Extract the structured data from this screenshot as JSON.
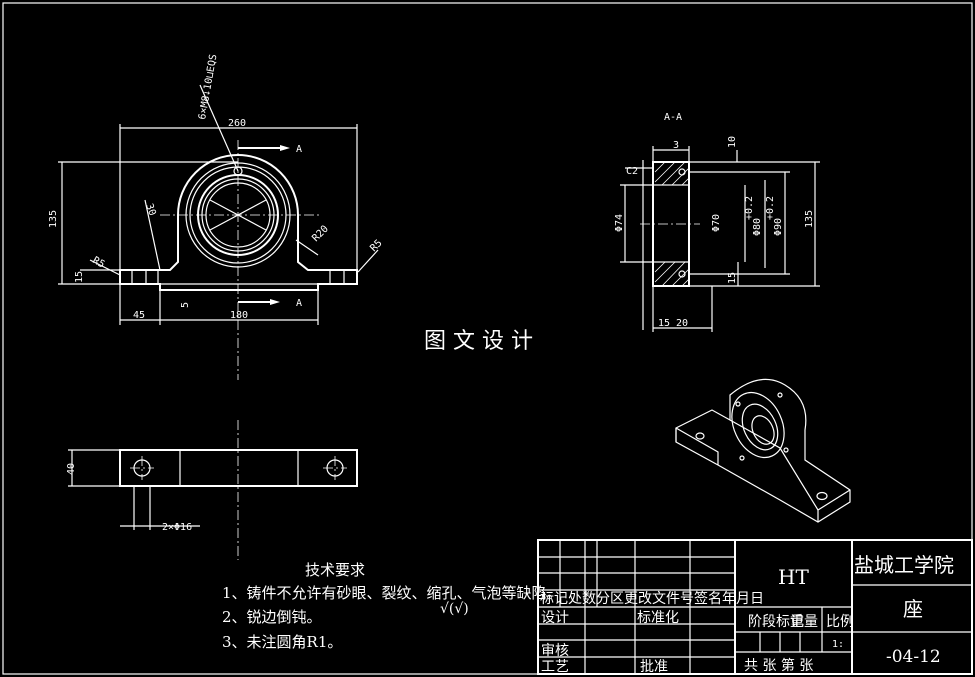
{
  "drawing": {
    "section_label": "A-A",
    "cut_label_top": "A",
    "cut_label_bottom": "A",
    "watermark": "图 文 设 计",
    "dims": {
      "width_260": "260",
      "height_135": "135",
      "hole_note": "6×M8↓10⊔EQS",
      "len_45": "45",
      "len_180": "180",
      "d5": "5",
      "d15": "15",
      "r20": "R20",
      "r5_left": "R5",
      "r5_right": "R5",
      "small_30": "30",
      "side_3": "3",
      "side_10": "10",
      "c2": "C2",
      "phi74": "Φ74",
      "phi70": "Φ70",
      "phi80": "Φ80",
      "tol80": "+0.2",
      "phi90": "Φ90",
      "tol90": "+0.2",
      "side_135": "135",
      "side_15": "15",
      "side_15b": "15",
      "side_20": "20",
      "plan_40": "40",
      "plan_holes": "2×Φ16"
    }
  },
  "tech": {
    "title": "技术要求",
    "items": [
      "1、铸件不允许有砂眼、裂纹、缩孔、气泡等缺陷。",
      "2、锐边倒钝。",
      "3、未注圆角R1。"
    ],
    "roughness": "√(√)"
  },
  "title_block": {
    "revision": "标记处数分区更改文件号签名年月日",
    "design": "设计",
    "standard": "标准化",
    "review": "审核",
    "process": "工艺",
    "approve": "批准",
    "stage": "阶段标记",
    "weight": "重量",
    "scale": "比例",
    "scale_value": "1:",
    "sheets": "共   张 第   张",
    "material": "HT",
    "school": "盐城工学院",
    "part_name": "座",
    "drawing_no": "-04-12"
  }
}
